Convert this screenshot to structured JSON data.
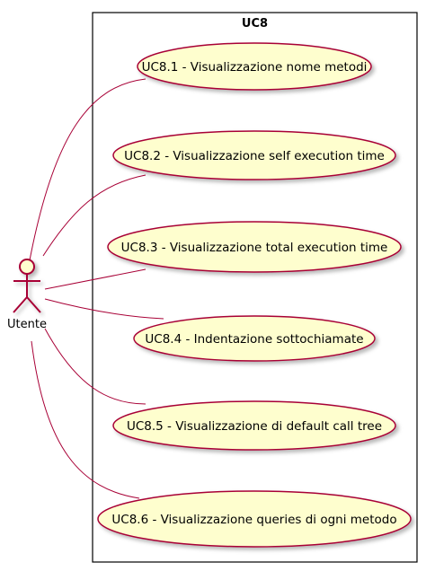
{
  "system": {
    "title": "UC8"
  },
  "actor": {
    "name": "Utente"
  },
  "use_cases": [
    {
      "label": "UC8.1 - Visualizzazione nome metodi"
    },
    {
      "label": "UC8.2 - Visualizzazione self execution time"
    },
    {
      "label": "UC8.3 - Visualizzazione total execution time"
    },
    {
      "label": "UC8.4 - Indentazione sottochiamate"
    },
    {
      "label": "UC8.5 - Visualizzazione di default call tree"
    },
    {
      "label": "UC8.6 - Visualizzazione queries di ogni metodo"
    }
  ],
  "colors": {
    "usecase_fill": "#FEFECE",
    "usecase_stroke": "#A80036",
    "association_line": "#A80036",
    "actor_fill": "#FEFECE",
    "actor_stroke": "#A80036",
    "boundary_stroke": "#000000"
  }
}
